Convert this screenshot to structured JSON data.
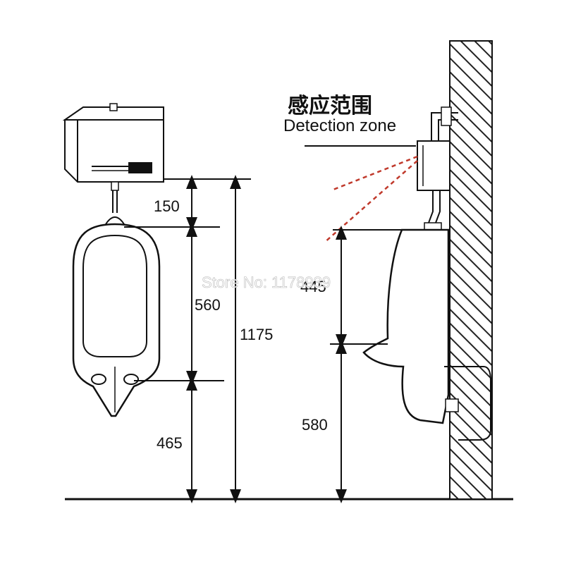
{
  "labels": {
    "title_cn": "感应范围",
    "title_en": "Detection zone",
    "watermark": "Store No: 1178939"
  },
  "dimensions": {
    "front_valve_height": "150",
    "front_urinal_height": "560",
    "front_total_height": "1175",
    "front_floor_height": "465",
    "side_sensor_height": "445",
    "side_floor_height": "580"
  },
  "colors": {
    "line": "#111111",
    "detection_dash": "#c0392b",
    "fill": "#ffffff"
  }
}
